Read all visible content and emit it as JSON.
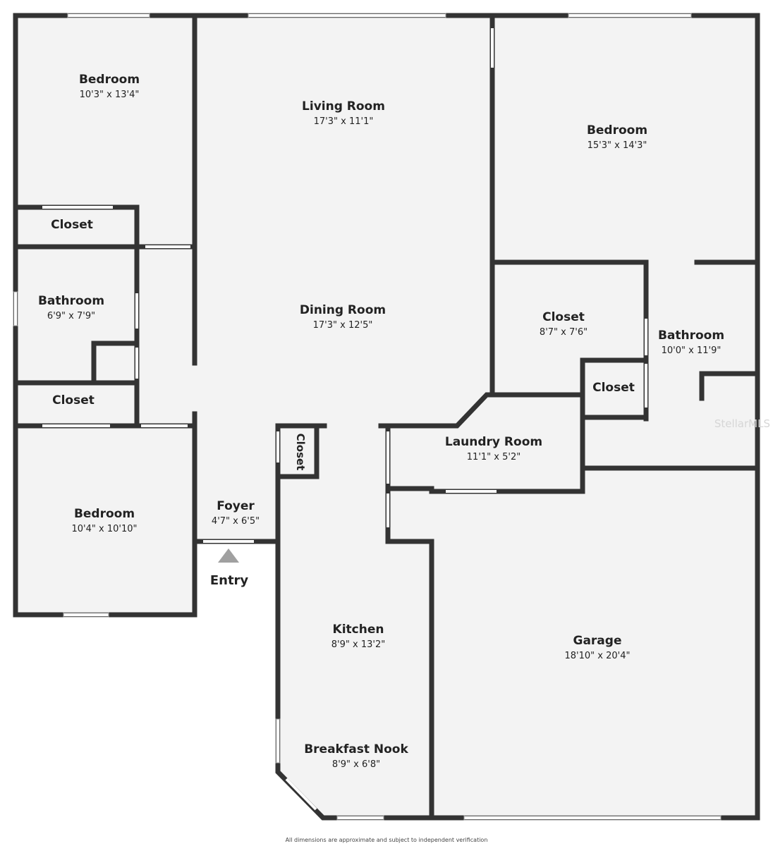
{
  "rooms": {
    "bedroom_nw": {
      "name": "Bedroom",
      "dims": "10'3\" x 13'4\""
    },
    "closet_nw": {
      "name": "Closet"
    },
    "bathroom_w": {
      "name": "Bathroom",
      "dims": "6'9\" x 7'9\""
    },
    "closet_w": {
      "name": "Closet"
    },
    "bedroom_sw": {
      "name": "Bedroom",
      "dims": "10'4\" x 10'10\""
    },
    "living_room": {
      "name": "Living Room",
      "dims": "17'3\" x 11'1\""
    },
    "dining_room": {
      "name": "Dining Room",
      "dims": "17'3\" x 12'5\""
    },
    "foyer": {
      "name": "Foyer",
      "dims": "4'7\" x 6'5\""
    },
    "closet_foyer": {
      "name": "Closet"
    },
    "kitchen": {
      "name": "Kitchen",
      "dims": "8'9\" x 13'2\""
    },
    "breakfast_nook": {
      "name": "Breakfast Nook",
      "dims": "8'9\" x 6'8\""
    },
    "bedroom_ne": {
      "name": "Bedroom",
      "dims": "15'3\" x 14'3\""
    },
    "closet_e": {
      "name": "Closet",
      "dims": "8'7\" x 7'6\""
    },
    "bathroom_e": {
      "name": "Bathroom",
      "dims": "10'0\" x 11'9\""
    },
    "closet_small_e": {
      "name": "Closet"
    },
    "laundry_room": {
      "name": "Laundry Room",
      "dims": "11'1\" x 5'2\""
    },
    "garage": {
      "name": "Garage",
      "dims": "18'10\" x 20'4\""
    }
  },
  "entry_label": "Entry",
  "watermark": "StellarMLS",
  "disclaimer": "All dimensions are approximate and subject to independent verification",
  "colors": {
    "wall": "#333333",
    "floor": "#f3f3f3",
    "background": "#ffffff"
  }
}
